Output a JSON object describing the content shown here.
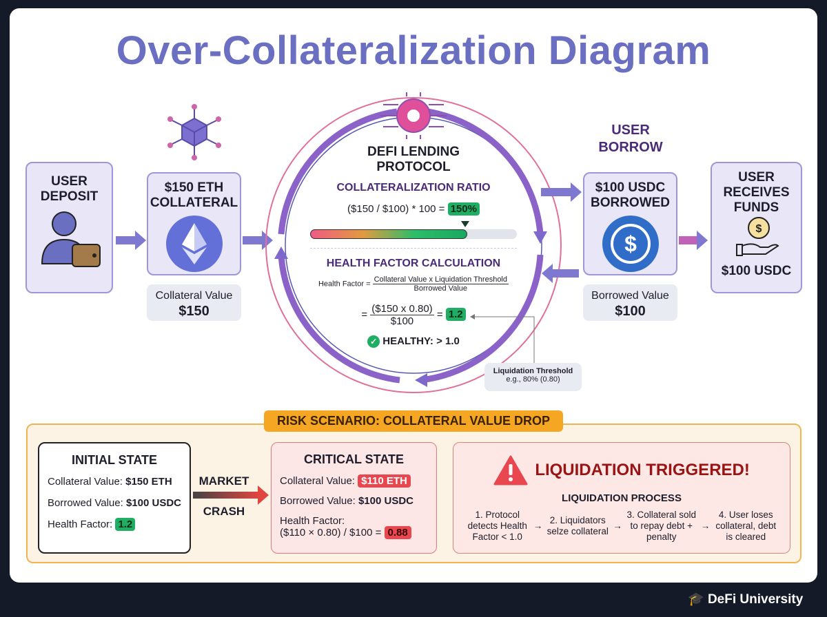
{
  "title": "Over-Collateralization Diagram",
  "deposit": {
    "label_1": "USER",
    "label_2": "DEPOSIT"
  },
  "collateral": {
    "label_1": "$150 ETH",
    "label_2": "COLLATERAL",
    "value_label": "Collateral Value",
    "value": "$150"
  },
  "protocol": {
    "label_1": "DEFI LENDING",
    "label_2": "PROTOCOL",
    "ratio_heading": "COLLATERALIZATION RATIO",
    "ratio_formula": "($150 / $100) * 100 =",
    "ratio_value": "150%",
    "ratio_percent": 150,
    "hf_heading": "HEALTH FACTOR CALCULATION",
    "hf_label": "Health Factor =",
    "hf_num": "Collateral Value x Liquidation Threshold",
    "hf_den": "Borrowed Value",
    "calc_eq": "=",
    "calc_num": "($150 x 0.80)",
    "calc_den": "$100",
    "calc_eq2": "=",
    "hf_value": "1.2",
    "healthy": "HEALTHY: > 1.0"
  },
  "threshold": {
    "label": "Liquidation Threshold",
    "value": "e.g., 80% (0.80)"
  },
  "borrow": {
    "label_1": "USER",
    "label_2": "BORROW",
    "box_1": "$100 USDC",
    "box_2": "BORROWED",
    "value_label": "Borrowed Value",
    "value": "$100"
  },
  "receives": {
    "label_1": "USER",
    "label_2": "RECEIVES",
    "label_3": "FUNDS",
    "amount": "$100 USDC"
  },
  "risk": {
    "banner": "RISK SCENARIO: COLLATERAL VALUE DROP",
    "initial": {
      "title": "INITIAL STATE",
      "c_label": "Collateral Value:",
      "c_value": "$150 ETH",
      "b_label": "Borrowed Value:",
      "b_value": "$100 USDC",
      "h_label": "Health Factor:",
      "h_value": "1.2"
    },
    "crash": {
      "line_1": "MARKET",
      "line_2": "CRASH"
    },
    "critical": {
      "title": "CRITICAL STATE",
      "c_label": "Collateral Value:",
      "c_value": "$110 ETH",
      "b_label": "Borrowed Value:",
      "b_value": "$100 USDC",
      "h_label": "Health Factor:",
      "h_formula": "($110 × 0.80) / $100 =",
      "h_value": "0.88"
    },
    "liquidation": {
      "title": "LIQUIDATION TRIGGERED!",
      "process": "LIQUIDATION PROCESS",
      "steps": [
        "1. Protocol detects Health Factor < 1.0",
        "2. Liquidators selze collateral",
        "3. Collateral sold to repay debt + penalty",
        "4. User loses collateral, debt is cleared"
      ],
      "arrow": "→"
    }
  },
  "footer": {
    "brand": "DeFi University"
  },
  "colors": {
    "accent": "#6b6fc2",
    "green": "#1fae63",
    "red": "#e8474f",
    "orange": "#f5a623"
  }
}
